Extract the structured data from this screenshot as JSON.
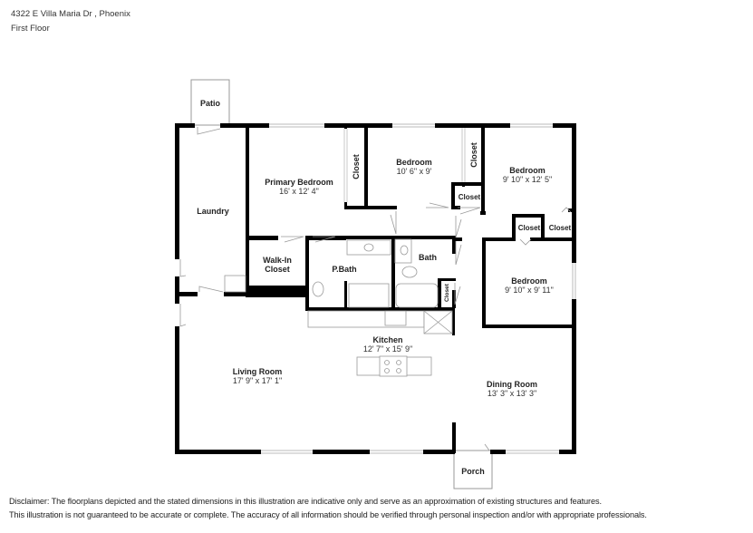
{
  "header": {
    "address": "4322 E Villa Maria Dr , Phoenix",
    "floor": "First Floor"
  },
  "rooms": {
    "patio": {
      "name": "Patio"
    },
    "laundry": {
      "name": "Laundry"
    },
    "primary_bedroom": {
      "name": "Primary Bedroom",
      "dims": "16' x 12' 4\""
    },
    "primary_closet": {
      "name": "Closet"
    },
    "bedroom2": {
      "name": "Bedroom",
      "dims": "10' 6\" x 9'"
    },
    "bedroom2_closet": {
      "name": "Closet"
    },
    "small_closet": {
      "name": "Closet"
    },
    "bedroom3": {
      "name": "Bedroom",
      "dims": "9' 10\" x 12' 5\""
    },
    "closet_a": {
      "name": "Closet"
    },
    "closet_b": {
      "name": "Closet"
    },
    "walkin": {
      "name_line1": "Walk-In",
      "name_line2": "Closet"
    },
    "pbath": {
      "name": "P.Bath"
    },
    "bath": {
      "name": "Bath"
    },
    "bath_closet": {
      "name": "Closet"
    },
    "bedroom4": {
      "name": "Bedroom",
      "dims": "9' 10\" x 9' 11\""
    },
    "kitchen": {
      "name": "Kitchen",
      "dims": "12' 7\" x 15' 9\""
    },
    "living": {
      "name": "Living Room",
      "dims": "17' 9\" x 17' 1\""
    },
    "dining": {
      "name": "Dining Room",
      "dims": "13' 3\" x 13' 3\""
    },
    "porch": {
      "name": "Porch"
    }
  },
  "disclaimer": {
    "line1": "Disclaimer: The floorplans depicted and the stated dimensions in this illustration are indicative only and serve as an approximation of existing structures and features.",
    "line2": "This illustration is not guaranteed to be accurate or complete. The accuracy of all information should be verified through personal inspection and/or with appropriate professionals."
  }
}
